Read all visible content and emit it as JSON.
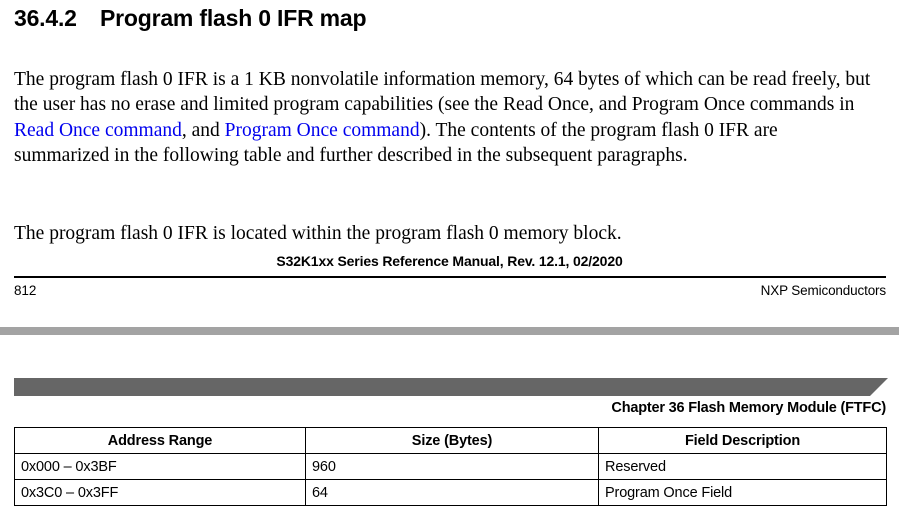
{
  "page_upper": {
    "heading": {
      "number": "36.4.2",
      "title": "Program flash 0 IFR map"
    },
    "paragraphs": {
      "p1_part1": "The program flash 0 IFR is a 1 KB nonvolatile information memory, 64 bytes of which can be read freely, but the user has no erase and limited program capabilities (see the Read Once, and Program Once commands in ",
      "p1_link1": "Read Once command",
      "p1_part2": ", and ",
      "p1_link2": "Program Once command",
      "p1_part3": "). The contents of the program flash 0 IFR are summarized in the following table and further described in the subsequent paragraphs.",
      "p2": "The program flash 0 IFR is located within the program flash 0 memory block."
    },
    "footer": {
      "manual_title": "S32K1xx Series Reference Manual, Rev. 12.1, 02/2020",
      "page_number": "812",
      "company": "NXP Semiconductors"
    }
  },
  "page_lower": {
    "chapter_title": "Chapter 36 Flash Memory Module (FTFC)",
    "table": {
      "headers": [
        "Address Range",
        "Size (Bytes)",
        "Field Description"
      ],
      "rows": [
        [
          "0x000 – 0x3BF",
          "960",
          "Reserved"
        ],
        [
          "0x3C0 – 0x3FF",
          "64",
          "Program Once Field"
        ]
      ]
    }
  },
  "colors": {
    "link": "#0000ee",
    "chapter_bar": "#666666",
    "page_gap_band": "#a3a3a3",
    "text": "#000000"
  }
}
